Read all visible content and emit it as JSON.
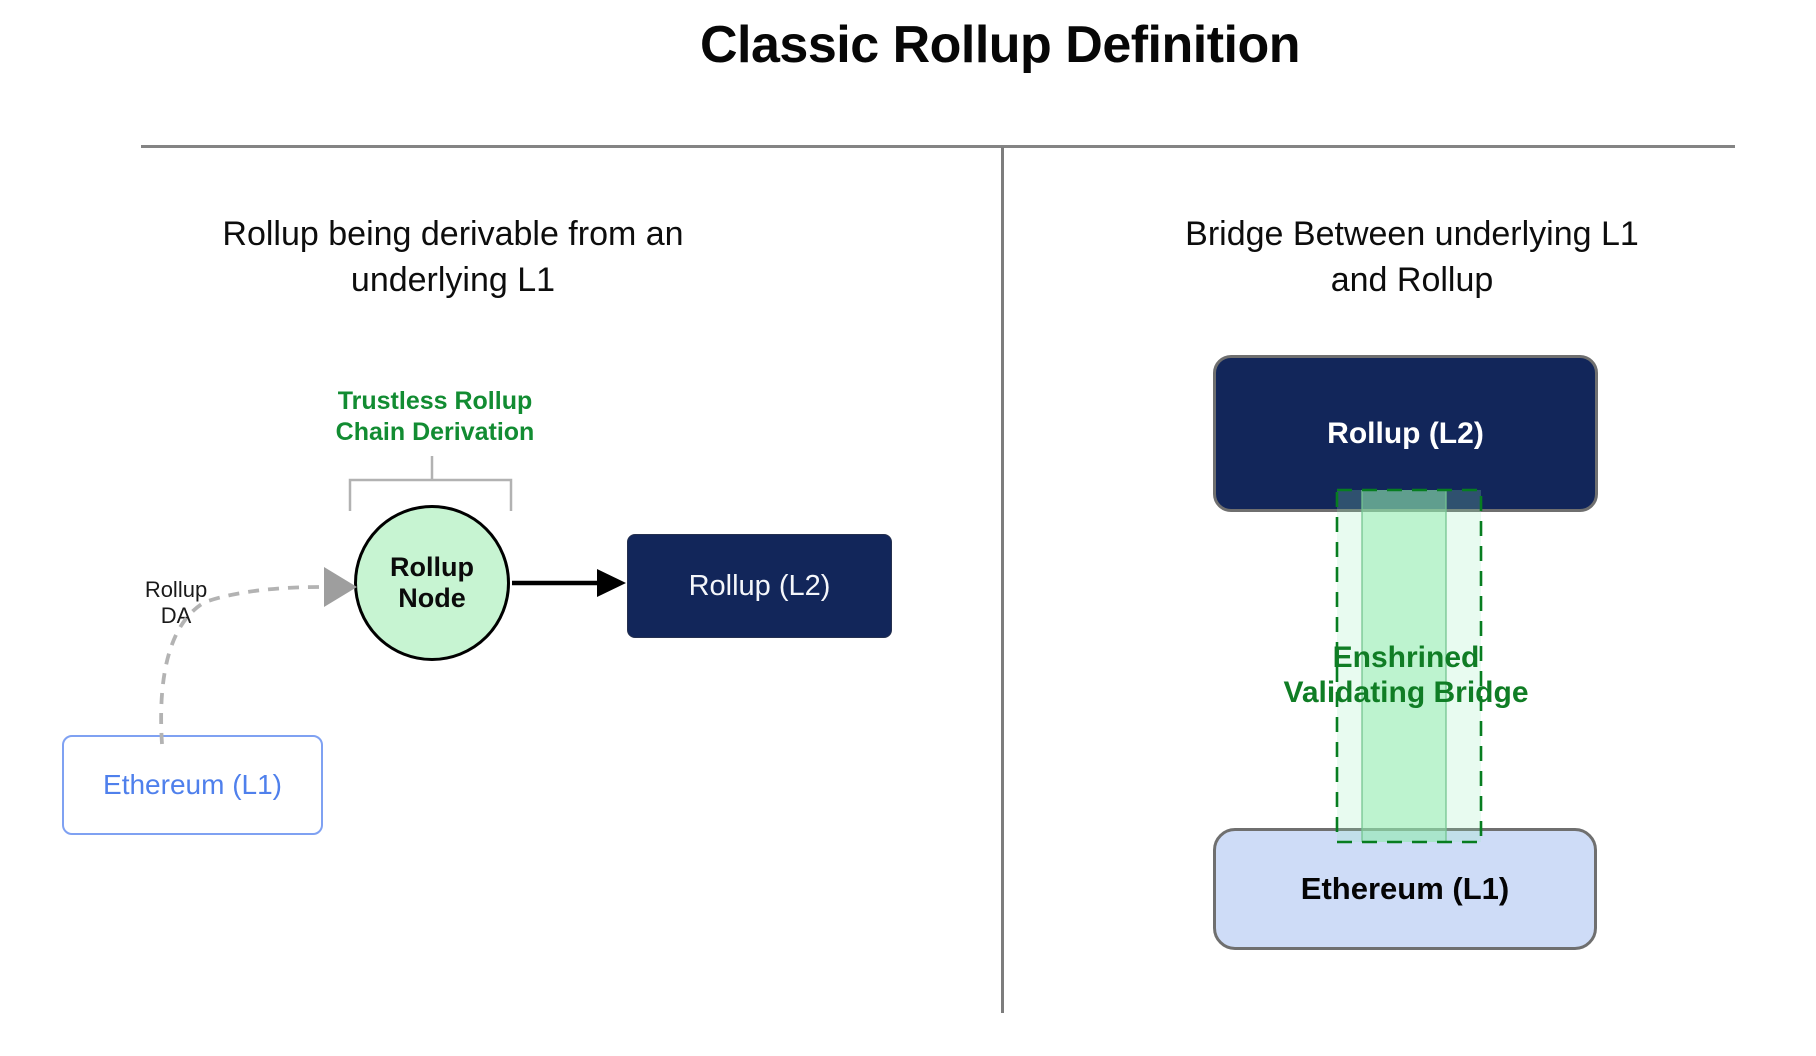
{
  "title": "Classic Rollup Definition",
  "colors": {
    "navy_box": "#12265A",
    "mint_circle": "#C7F4D2",
    "derivation_green": "#128C32",
    "bridge_green": "#107D25",
    "bridge_dash_green": "#077D20",
    "ethereum_blue_text": "#4F80EC",
    "ethereum_blue_border": "#7FA1F2",
    "ethereum_lightblue_fill": "#CEDCF7",
    "divider_gray": "#7d7d7d"
  },
  "left_panel": {
    "heading_line1": "Rollup being derivable from an",
    "heading_line2": "underlying L1",
    "derivation_label_line1": "Trustless Rollup",
    "derivation_label_line2": "Chain Derivation",
    "da_label_line1": "Rollup",
    "da_label_line2": "DA",
    "node_label_line1": "Rollup",
    "node_label_line2": "Node",
    "l2_box_label": "Rollup (L2)",
    "l1_box_label": "Ethereum (L1)"
  },
  "right_panel": {
    "heading_line1": "Bridge Between underlying L1",
    "heading_line2": "and Rollup",
    "l2_box_label": "Rollup (L2)",
    "bridge_label_line1": "Enshrined",
    "bridge_label_line2": "Validating Bridge",
    "l1_box_label": "Ethereum (L1)"
  }
}
